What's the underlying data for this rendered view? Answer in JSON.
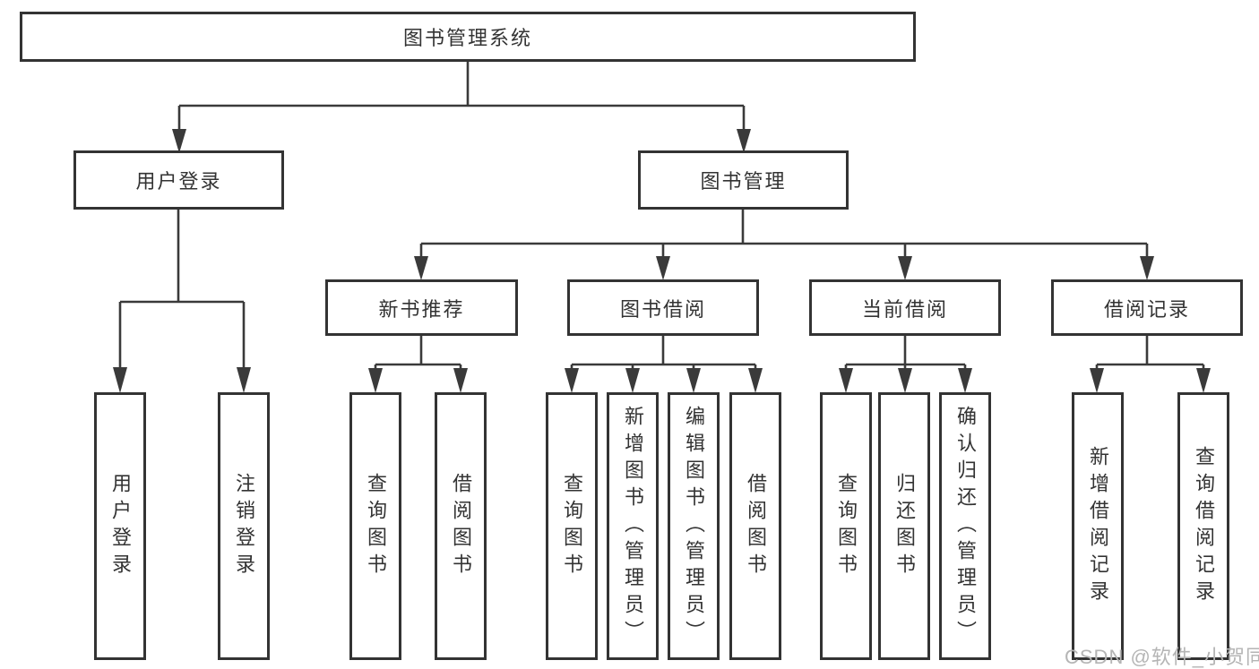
{
  "diagram": {
    "title_node": "图书管理系统",
    "nodes": {
      "root": "图书管理系统",
      "user_login": "用户登录",
      "book_management": "图书管理",
      "new_book_rec": "新书推荐",
      "book_borrow": "图书借阅",
      "current_borrow": "当前借阅",
      "borrow_records": "借阅记录",
      "leaf_user_login": "用户登录",
      "leaf_logout": "注销登录",
      "leaf_query_book_rec": "查询图书",
      "leaf_borrow_book_rec": "借阅图书",
      "leaf_query_book_borrow": "查询图书",
      "leaf_add_book_admin": "新增图书（管理员）",
      "leaf_edit_book_admin": "编辑图书（管理员）",
      "leaf_borrow_book_borrow": "借阅图书",
      "leaf_query_book_current": "查询图书",
      "leaf_return_book": "归还图书",
      "leaf_confirm_return_admin": "确认归还（管理员）",
      "leaf_add_borrow_record": "新增借阅记录",
      "leaf_query_borrow_record": "查询借阅记录"
    },
    "colors": {
      "line": "#3a3a3a",
      "box_border": "#333333",
      "text": "#333333",
      "background": "#ffffff",
      "watermark": "#b5b5b5"
    }
  },
  "watermark": {
    "text": "CSDN @软件_小贺同学"
  }
}
